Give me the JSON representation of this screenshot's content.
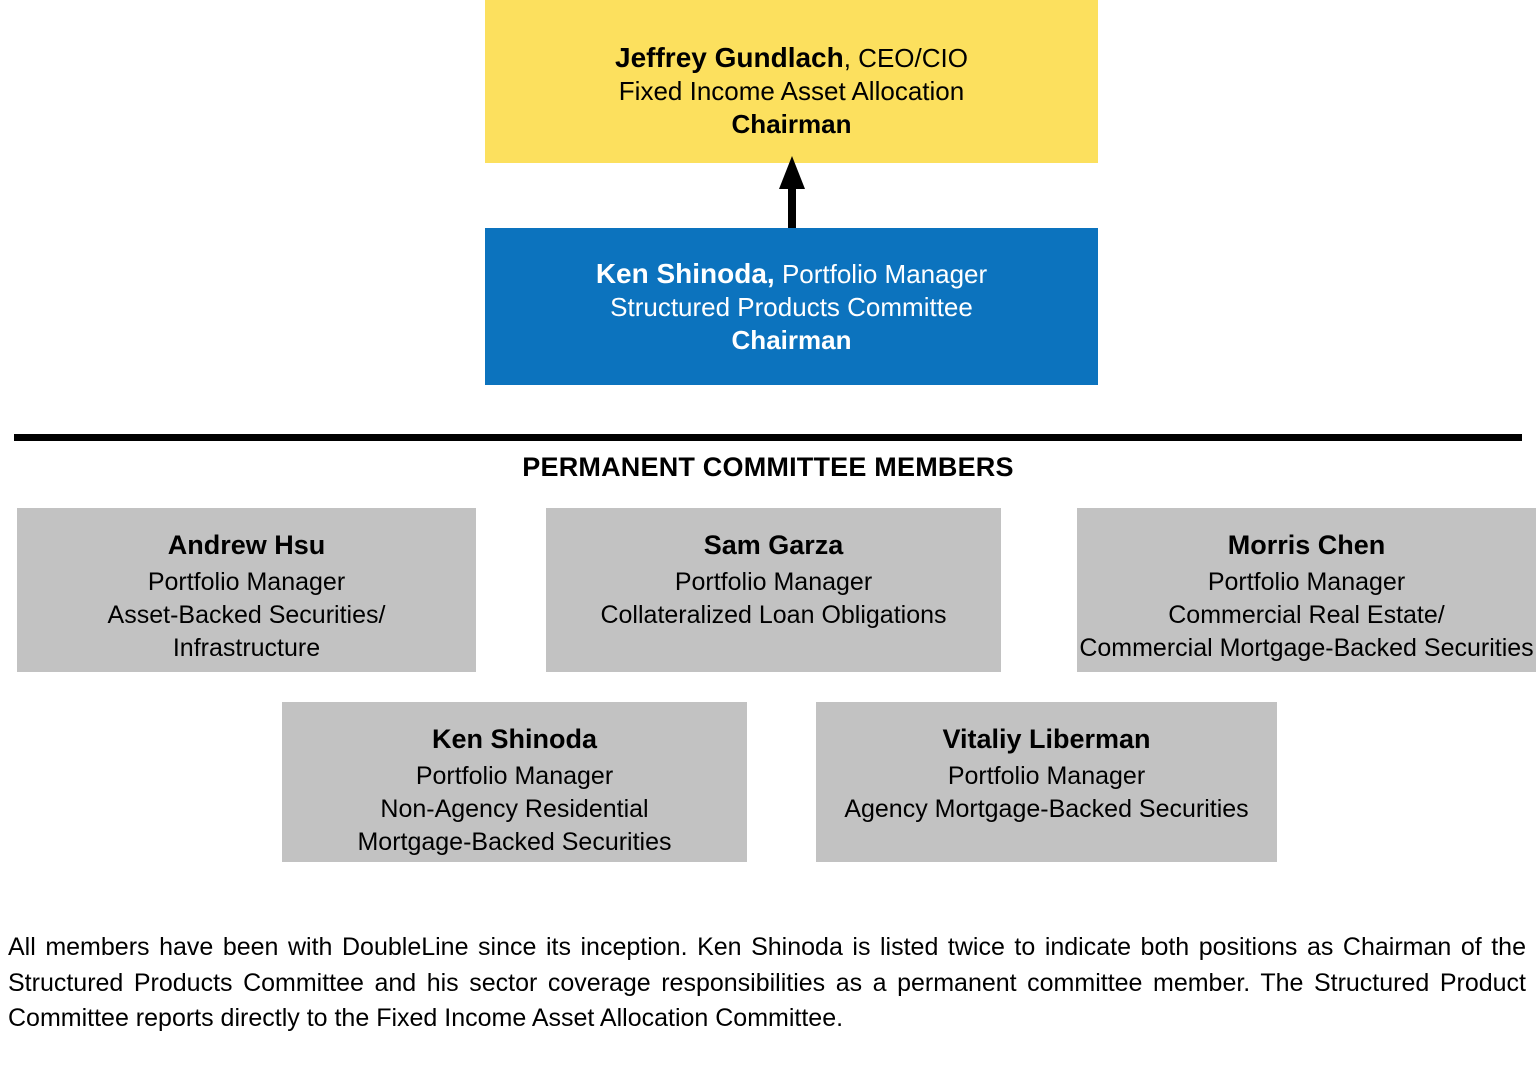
{
  "colors": {
    "chair_faa_bg": "#FCE05E",
    "chair_spc_bg": "#0C73BE",
    "member_bg": "#C2C2C2",
    "divider": "#000000",
    "text_dark": "#000000",
    "text_light": "#FFFFFF"
  },
  "hierarchy": {
    "top_node": {
      "name": "Jeffrey Gundlach",
      "role": ", CEO/CIO",
      "committee": "Fixed Income Asset Allocation",
      "title": "Chairman"
    },
    "second_node": {
      "name": "Ken Shinoda,",
      "role": " Portfolio Manager",
      "committee": "Structured Products Committee",
      "title": "Chairman"
    },
    "connector": {
      "icon": "arrow-up-icon",
      "from": "Structured Products Committee",
      "to": "Fixed Income Asset Allocation"
    }
  },
  "section": {
    "heading": "PERMANENT COMMITTEE MEMBERS"
  },
  "members": [
    {
      "name": "Andrew Hsu",
      "lines": [
        "Portfolio Manager",
        "Asset-Backed Securities/",
        "Infrastructure"
      ]
    },
    {
      "name": "Sam Garza",
      "lines": [
        "Portfolio Manager",
        "Collateralized Loan Obligations"
      ]
    },
    {
      "name": "Morris Chen",
      "lines": [
        "Portfolio Manager",
        "Commercial Real Estate/",
        "Commercial Mortgage-Backed Securities"
      ]
    },
    {
      "name": "Ken Shinoda",
      "lines": [
        "Portfolio Manager",
        "Non-Agency Residential",
        "Mortgage-Backed Securities"
      ]
    },
    {
      "name": "Vitaliy Liberman",
      "lines": [
        "Portfolio Manager",
        "Agency Mortgage-Backed Securities"
      ]
    }
  ],
  "footnote": {
    "text": "All members have been with DoubleLine since its inception. Ken Shinoda is listed twice to indicate both positions as Chairman of the Structured Products Committee and his sector coverage responsibilities as a permanent committee member. The Structured Product Committee reports directly to the Fixed Income Asset Allocation Committee."
  }
}
